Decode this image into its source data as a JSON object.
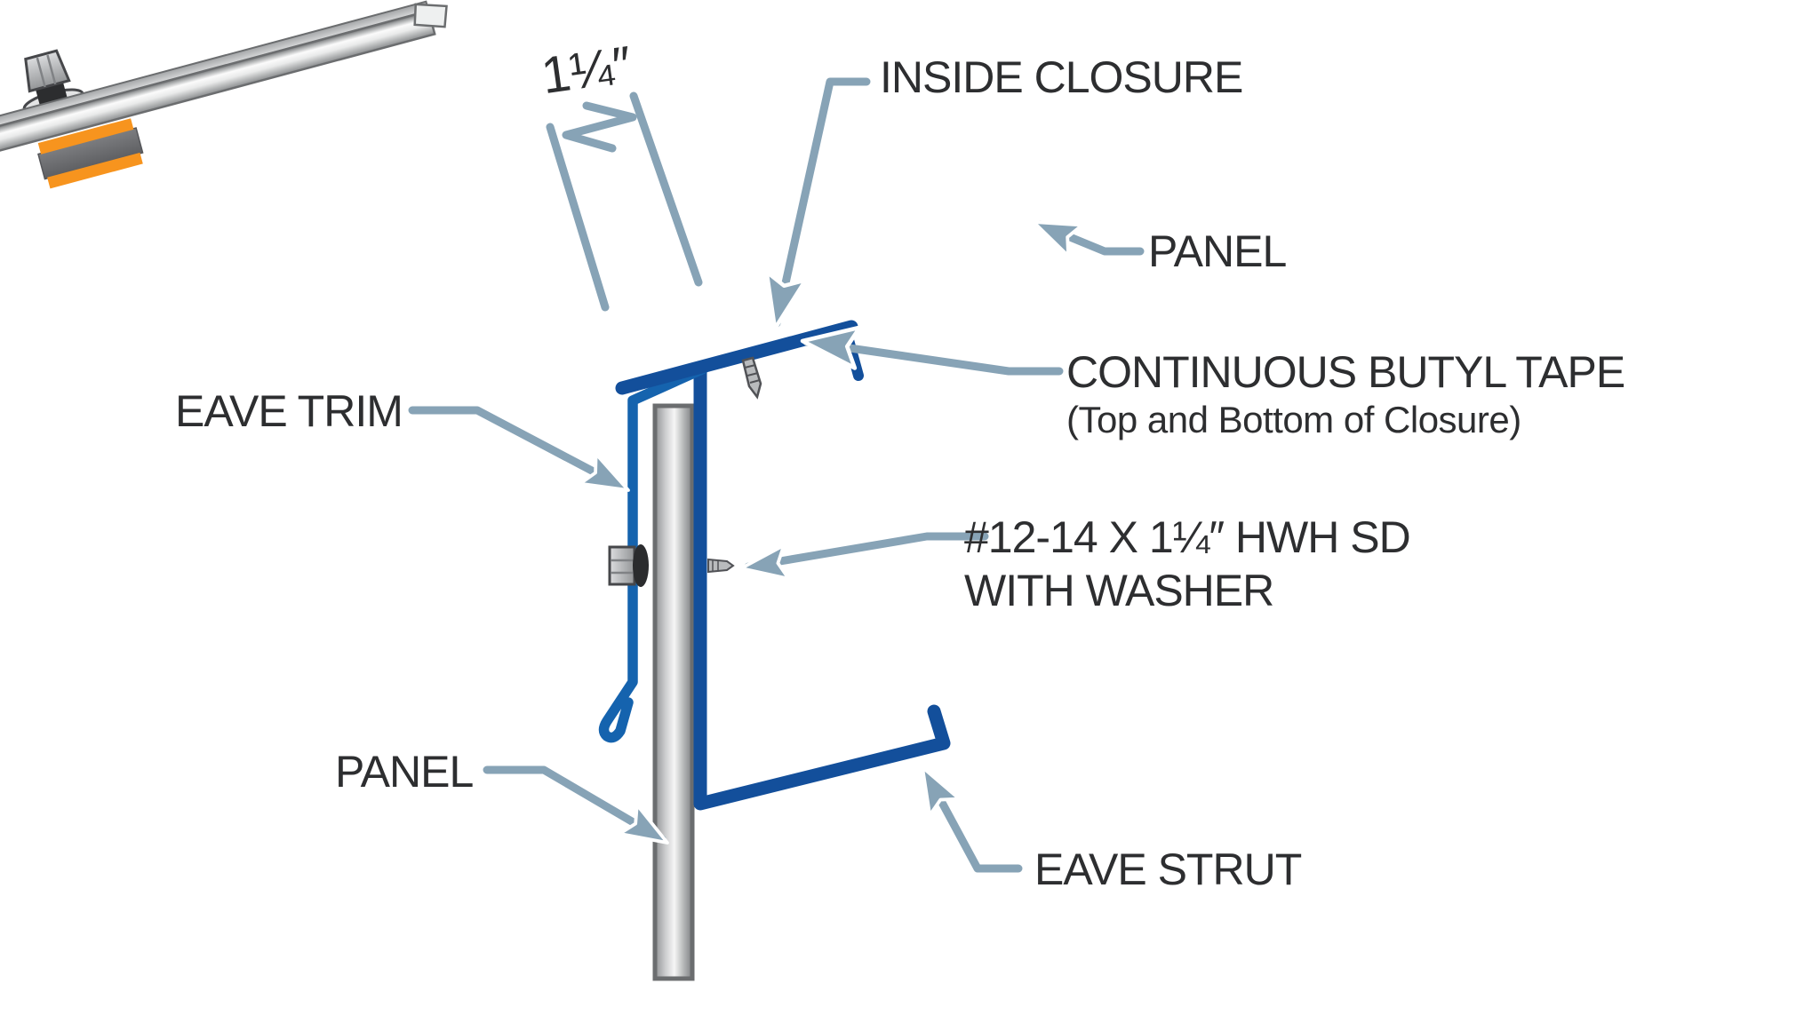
{
  "diagram": {
    "dimension_label": "1¼″",
    "callouts": {
      "inside_closure": "INSIDE CLOSURE",
      "panel_top": "PANEL",
      "butyl_tape_line1": "CONTINUOUS BUTYL TAPE",
      "butyl_tape_line2": "(Top and Bottom of Closure)",
      "fastener_line1": "#12-14 X 1¼″ HWH SD",
      "fastener_line2": "WITH WASHER",
      "eave_trim": "EAVE TRIM",
      "panel_bottom": "PANEL",
      "eave_strut": "EAVE STRUT"
    },
    "colors": {
      "leader_blue": "#87a3b6",
      "strut_blue": "#134f9b",
      "trim_blue": "#1563ae",
      "butyl_orange": "#f7941e",
      "closure_gray": "#6e6f72",
      "metal_edge": "#6b6d6f",
      "text": "#2d2e30",
      "background": "#ffffff"
    }
  }
}
